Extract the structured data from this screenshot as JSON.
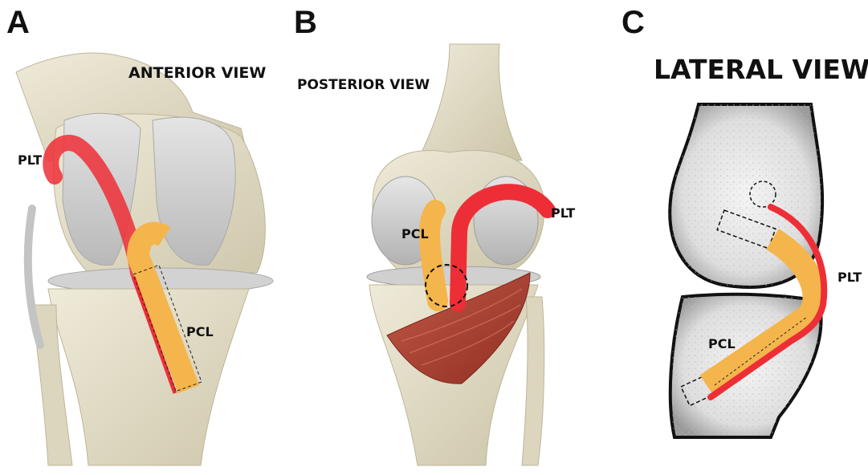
{
  "panels": [
    {
      "letter": "A",
      "view": "ANTERIOR VIEW",
      "labels": {
        "plt": "PLT",
        "pcl": "PCL"
      }
    },
    {
      "letter": "B",
      "view": "POSTERIOR VIEW",
      "labels": {
        "plt": "PLT",
        "pcl": "PCL"
      }
    },
    {
      "letter": "C",
      "view": "LATERAL VIEW",
      "labels": {
        "plt": "PLT",
        "pcl": "PCL"
      }
    }
  ],
  "colors": {
    "plt": "#ee2e36",
    "pcl": "#f4b54c",
    "bone": "#e6e1cc",
    "cartilage": "#c9c9c9",
    "muscle": "#a83c2e"
  }
}
